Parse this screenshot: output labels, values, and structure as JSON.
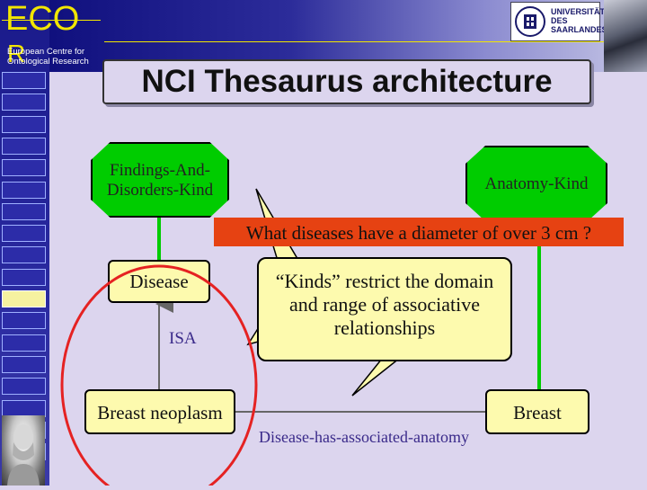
{
  "header": {
    "eco_logo": "ECO",
    "eco_logo_r": "R",
    "eco_subtitle": "European Centre for Ontological Research",
    "university_logo": "UNIVERSITÄT\nDES\nSAARLANDES"
  },
  "slide": {
    "title": "NCI Thesaurus architecture"
  },
  "diagram": {
    "nodes": {
      "findings": "Findings-And-\nDisorders-Kind",
      "anatomy": "Anatomy-Kind",
      "disease": "Disease",
      "breast_neoplasm": "Breast neoplasm",
      "breast": "Breast"
    },
    "edges": {
      "isa": "ISA",
      "has_anatomy": "Disease-has-associated-anatomy"
    },
    "question": "What diseases have a diameter of over 3 cm ?",
    "callout": "“Kinds” restrict the domain and range of associative relationships"
  },
  "colors": {
    "node_green": "#00cc00",
    "box_yellow": "#fdfaae",
    "question_orange": "#e64212",
    "circle_red": "#e52222",
    "accent_yellow": "#f2e600"
  },
  "sidebar": {
    "button_count": 18,
    "active_index": 10
  }
}
